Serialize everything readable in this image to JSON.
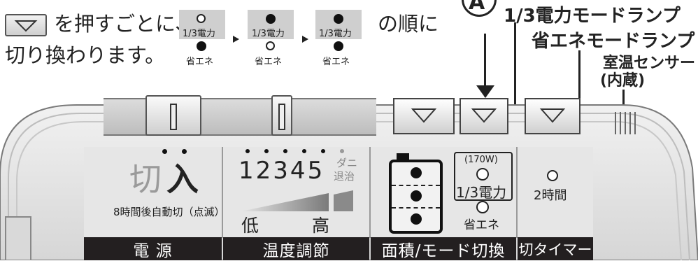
{
  "instruction": {
    "line1_post": "を押すごとに、",
    "order_suffix": "の順に",
    "line2": "切り換わります。"
  },
  "sequence": [
    {
      "top_label": "1/3電力",
      "bottom_label": "省エネ",
      "top_lit": false,
      "bottom_lit": true
    },
    {
      "top_label": "1/3電力",
      "bottom_label": "省エネ",
      "top_lit": true,
      "bottom_lit": false
    },
    {
      "top_label": "1/3電力",
      "bottom_label": "省エネ",
      "top_lit": true,
      "bottom_lit": true
    }
  ],
  "callouts": {
    "marker": "A",
    "third_power_lamp": "1/3電力モードランプ",
    "eco_lamp": "省エネモードランプ",
    "room_sensor": "室温センサー",
    "room_sensor_note": "(内蔵)"
  },
  "panel": {
    "power": {
      "off_label": "切",
      "on_label": "入",
      "note": "8時間後自動切（点滅）",
      "section_label": "電 源"
    },
    "temperature": {
      "levels": [
        "1",
        "2",
        "3",
        "4",
        "5"
      ],
      "mite_top": "ダニ",
      "mite_bottom": "退治",
      "low": "低",
      "high": "高",
      "section_label": "温度調節"
    },
    "area_mode": {
      "watt": "(170W)",
      "third_power": "1/3電力",
      "eco": "省エネ",
      "section_label": "面積/モード切換"
    },
    "timer": {
      "hours": "2時間",
      "section_label": "切タイマー"
    }
  },
  "colors": {
    "panel_face": "#e6e6e6",
    "label_bar": "#231f20",
    "lamp_on": "#111111"
  }
}
